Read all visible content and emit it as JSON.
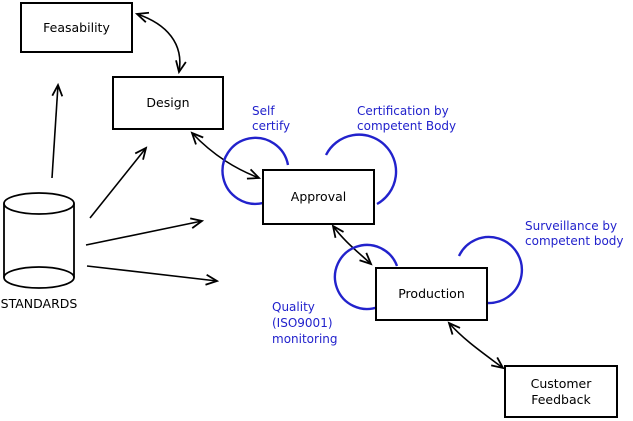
{
  "colors": {
    "annotation_blue": "#2222cc",
    "line_black": "#000000",
    "box_fill": "#ffffff",
    "background": "#ffffff"
  },
  "nodes": {
    "feasability": {
      "label": "Feasability"
    },
    "design": {
      "label": "Design"
    },
    "approval": {
      "label": "Approval"
    },
    "production": {
      "label": "Production"
    },
    "customer_feedback": {
      "lines": [
        "Customer",
        "Feedback"
      ]
    }
  },
  "datastore": {
    "label": "STANDARDS"
  },
  "annotations": {
    "self_certify": {
      "lines": [
        "Self",
        "certify"
      ]
    },
    "certification": {
      "lines": [
        "Certification by",
        "competent Body"
      ]
    },
    "surveillance": {
      "lines": [
        "Surveillance by",
        "competent body"
      ]
    },
    "quality": {
      "lines": [
        "Quality",
        "(ISO9001)",
        "monitoring"
      ]
    }
  }
}
